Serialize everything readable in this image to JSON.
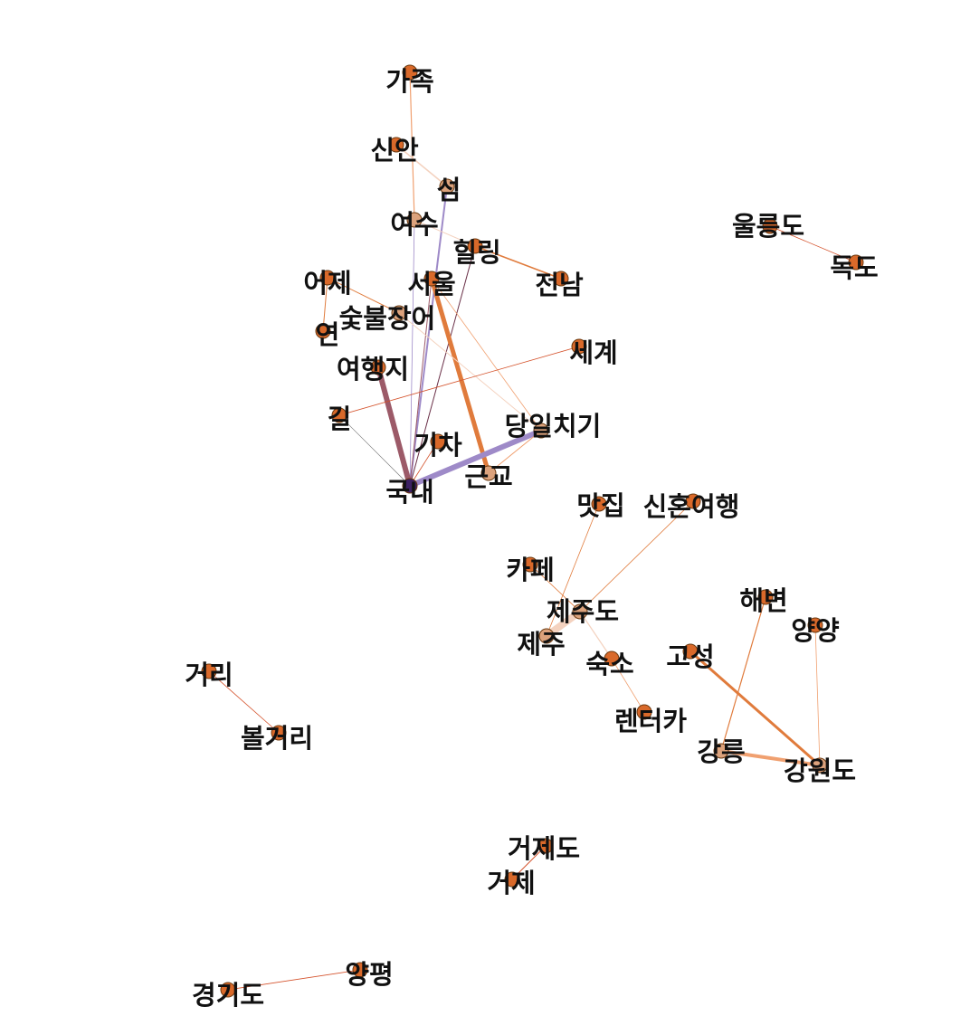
{
  "colors": {
    "node_default": "#d9692a",
    "node_light": "#dca27c",
    "node_hub": "#3d2163",
    "edge_orange": "#e07b3c",
    "edge_light_orange": "#f0a070",
    "edge_peach": "#f4d2bf",
    "edge_purple": "#9e8ac8",
    "edge_mauve": "#9c5a68",
    "edge_dark": "#6a3048",
    "edge_red": "#d4512a",
    "edge_gray": "#6a6a6a"
  },
  "nodes": [
    {
      "id": "가족",
      "label": "가족",
      "tone": "default"
    },
    {
      "id": "신안",
      "label": "신안",
      "tone": "default"
    },
    {
      "id": "섬",
      "label": "섬",
      "tone": "light"
    },
    {
      "id": "여수",
      "label": "여수",
      "tone": "light"
    },
    {
      "id": "힐링",
      "label": "힐링",
      "tone": "default"
    },
    {
      "id": "전남",
      "label": "전남",
      "tone": "default"
    },
    {
      "id": "어제",
      "label": "어제",
      "tone": "default"
    },
    {
      "id": "서울",
      "label": "서울",
      "tone": "default"
    },
    {
      "id": "숯불장어",
      "label": "숯불장어",
      "tone": "light"
    },
    {
      "id": "연",
      "label": "연",
      "tone": "default"
    },
    {
      "id": "여행지",
      "label": "여행지",
      "tone": "default"
    },
    {
      "id": "세계",
      "label": "세계",
      "tone": "default"
    },
    {
      "id": "길",
      "label": "길",
      "tone": "default"
    },
    {
      "id": "당일치기",
      "label": "당일치기",
      "tone": "light"
    },
    {
      "id": "기차",
      "label": "기차",
      "tone": "default"
    },
    {
      "id": "근교",
      "label": "근교",
      "tone": "light"
    },
    {
      "id": "국내",
      "label": "국내",
      "tone": "hub"
    },
    {
      "id": "울릉도",
      "label": "울릉도",
      "tone": "default"
    },
    {
      "id": "독도",
      "label": "독도",
      "tone": "default"
    },
    {
      "id": "맛집",
      "label": "맛집",
      "tone": "default"
    },
    {
      "id": "신혼여행",
      "label": "신혼여행",
      "tone": "default"
    },
    {
      "id": "카페",
      "label": "카페",
      "tone": "default"
    },
    {
      "id": "제주도",
      "label": "제주도",
      "tone": "light"
    },
    {
      "id": "제주",
      "label": "제주",
      "tone": "light"
    },
    {
      "id": "숙소",
      "label": "숙소",
      "tone": "default"
    },
    {
      "id": "렌터카",
      "label": "렌터카",
      "tone": "default"
    },
    {
      "id": "해변",
      "label": "해변",
      "tone": "default"
    },
    {
      "id": "양양",
      "label": "양양",
      "tone": "default"
    },
    {
      "id": "고성",
      "label": "고성",
      "tone": "default"
    },
    {
      "id": "강릉",
      "label": "강릉",
      "tone": "light"
    },
    {
      "id": "강원도",
      "label": "강원도",
      "tone": "light"
    },
    {
      "id": "거리",
      "label": "거리",
      "tone": "default"
    },
    {
      "id": "볼거리",
      "label": "볼거리",
      "tone": "default"
    },
    {
      "id": "거제도",
      "label": "거제도",
      "tone": "default"
    },
    {
      "id": "거제",
      "label": "거제",
      "tone": "default"
    },
    {
      "id": "양평",
      "label": "양평",
      "tone": "default"
    },
    {
      "id": "경기도",
      "label": "경기도",
      "tone": "default"
    }
  ],
  "edges": [
    {
      "source": "가족",
      "target": "여수",
      "color": "edge_light_orange",
      "weight": 1.2
    },
    {
      "source": "신안",
      "target": "섬",
      "color": "edge_peach",
      "weight": 1.5
    },
    {
      "source": "섬",
      "target": "국내",
      "color": "edge_purple",
      "weight": 2
    },
    {
      "source": "여수",
      "target": "국내",
      "color": "edge_purple",
      "weight": 0.8
    },
    {
      "source": "여수",
      "target": "힐링",
      "color": "edge_peach",
      "weight": 1
    },
    {
      "source": "힐링",
      "target": "전남",
      "color": "edge_orange",
      "weight": 1.5
    },
    {
      "source": "힐링",
      "target": "국내",
      "color": "edge_dark",
      "weight": 1
    },
    {
      "source": "어제",
      "target": "숯불장어",
      "color": "edge_orange",
      "weight": 1
    },
    {
      "source": "어제",
      "target": "연",
      "color": "edge_orange",
      "weight": 1
    },
    {
      "source": "서울",
      "target": "근교",
      "color": "edge_orange",
      "weight": 5
    },
    {
      "source": "서울",
      "target": "당일치기",
      "color": "edge_light_orange",
      "weight": 0.8
    },
    {
      "source": "서울",
      "target": "국내",
      "color": "edge_mauve",
      "weight": 1
    },
    {
      "source": "숯불장어",
      "target": "당일치기",
      "color": "edge_peach",
      "weight": 1
    },
    {
      "source": "여행지",
      "target": "국내",
      "color": "edge_mauve",
      "weight": 6
    },
    {
      "source": "세계",
      "target": "길",
      "color": "edge_red",
      "weight": 0.8
    },
    {
      "source": "길",
      "target": "국내",
      "color": "edge_gray",
      "weight": 0.6
    },
    {
      "source": "당일치기",
      "target": "국내",
      "color": "edge_purple",
      "weight": 6
    },
    {
      "source": "당일치기",
      "target": "근교",
      "color": "edge_light_orange",
      "weight": 1
    },
    {
      "source": "기차",
      "target": "국내",
      "color": "edge_red",
      "weight": 0.8
    },
    {
      "source": "울릉도",
      "target": "독도",
      "color": "edge_red",
      "weight": 0.8
    },
    {
      "source": "맛집",
      "target": "제주",
      "color": "edge_orange",
      "weight": 0.8
    },
    {
      "source": "신혼여행",
      "target": "제주도",
      "color": "edge_orange",
      "weight": 0.8
    },
    {
      "source": "카페",
      "target": "제주도",
      "color": "edge_orange",
      "weight": 0.8
    },
    {
      "source": "제주도",
      "target": "제주",
      "color": "edge_peach",
      "weight": 8
    },
    {
      "source": "제주도",
      "target": "숙소",
      "color": "edge_peach",
      "weight": 1.2
    },
    {
      "source": "숙소",
      "target": "렌터카",
      "color": "edge_light_orange",
      "weight": 0.8
    },
    {
      "source": "해변",
      "target": "강릉",
      "color": "edge_orange",
      "weight": 1.2
    },
    {
      "source": "양양",
      "target": "강원도",
      "color": "edge_light_orange",
      "weight": 0.8
    },
    {
      "source": "고성",
      "target": "강원도",
      "color": "edge_orange",
      "weight": 3
    },
    {
      "source": "강릉",
      "target": "강원도",
      "color": "edge_light_orange",
      "weight": 4
    },
    {
      "source": "거리",
      "target": "볼거리",
      "color": "edge_red",
      "weight": 0.8
    },
    {
      "source": "거제도",
      "target": "거제",
      "color": "edge_red",
      "weight": 1
    },
    {
      "source": "양평",
      "target": "경기도",
      "color": "edge_red",
      "weight": 0.8
    }
  ]
}
